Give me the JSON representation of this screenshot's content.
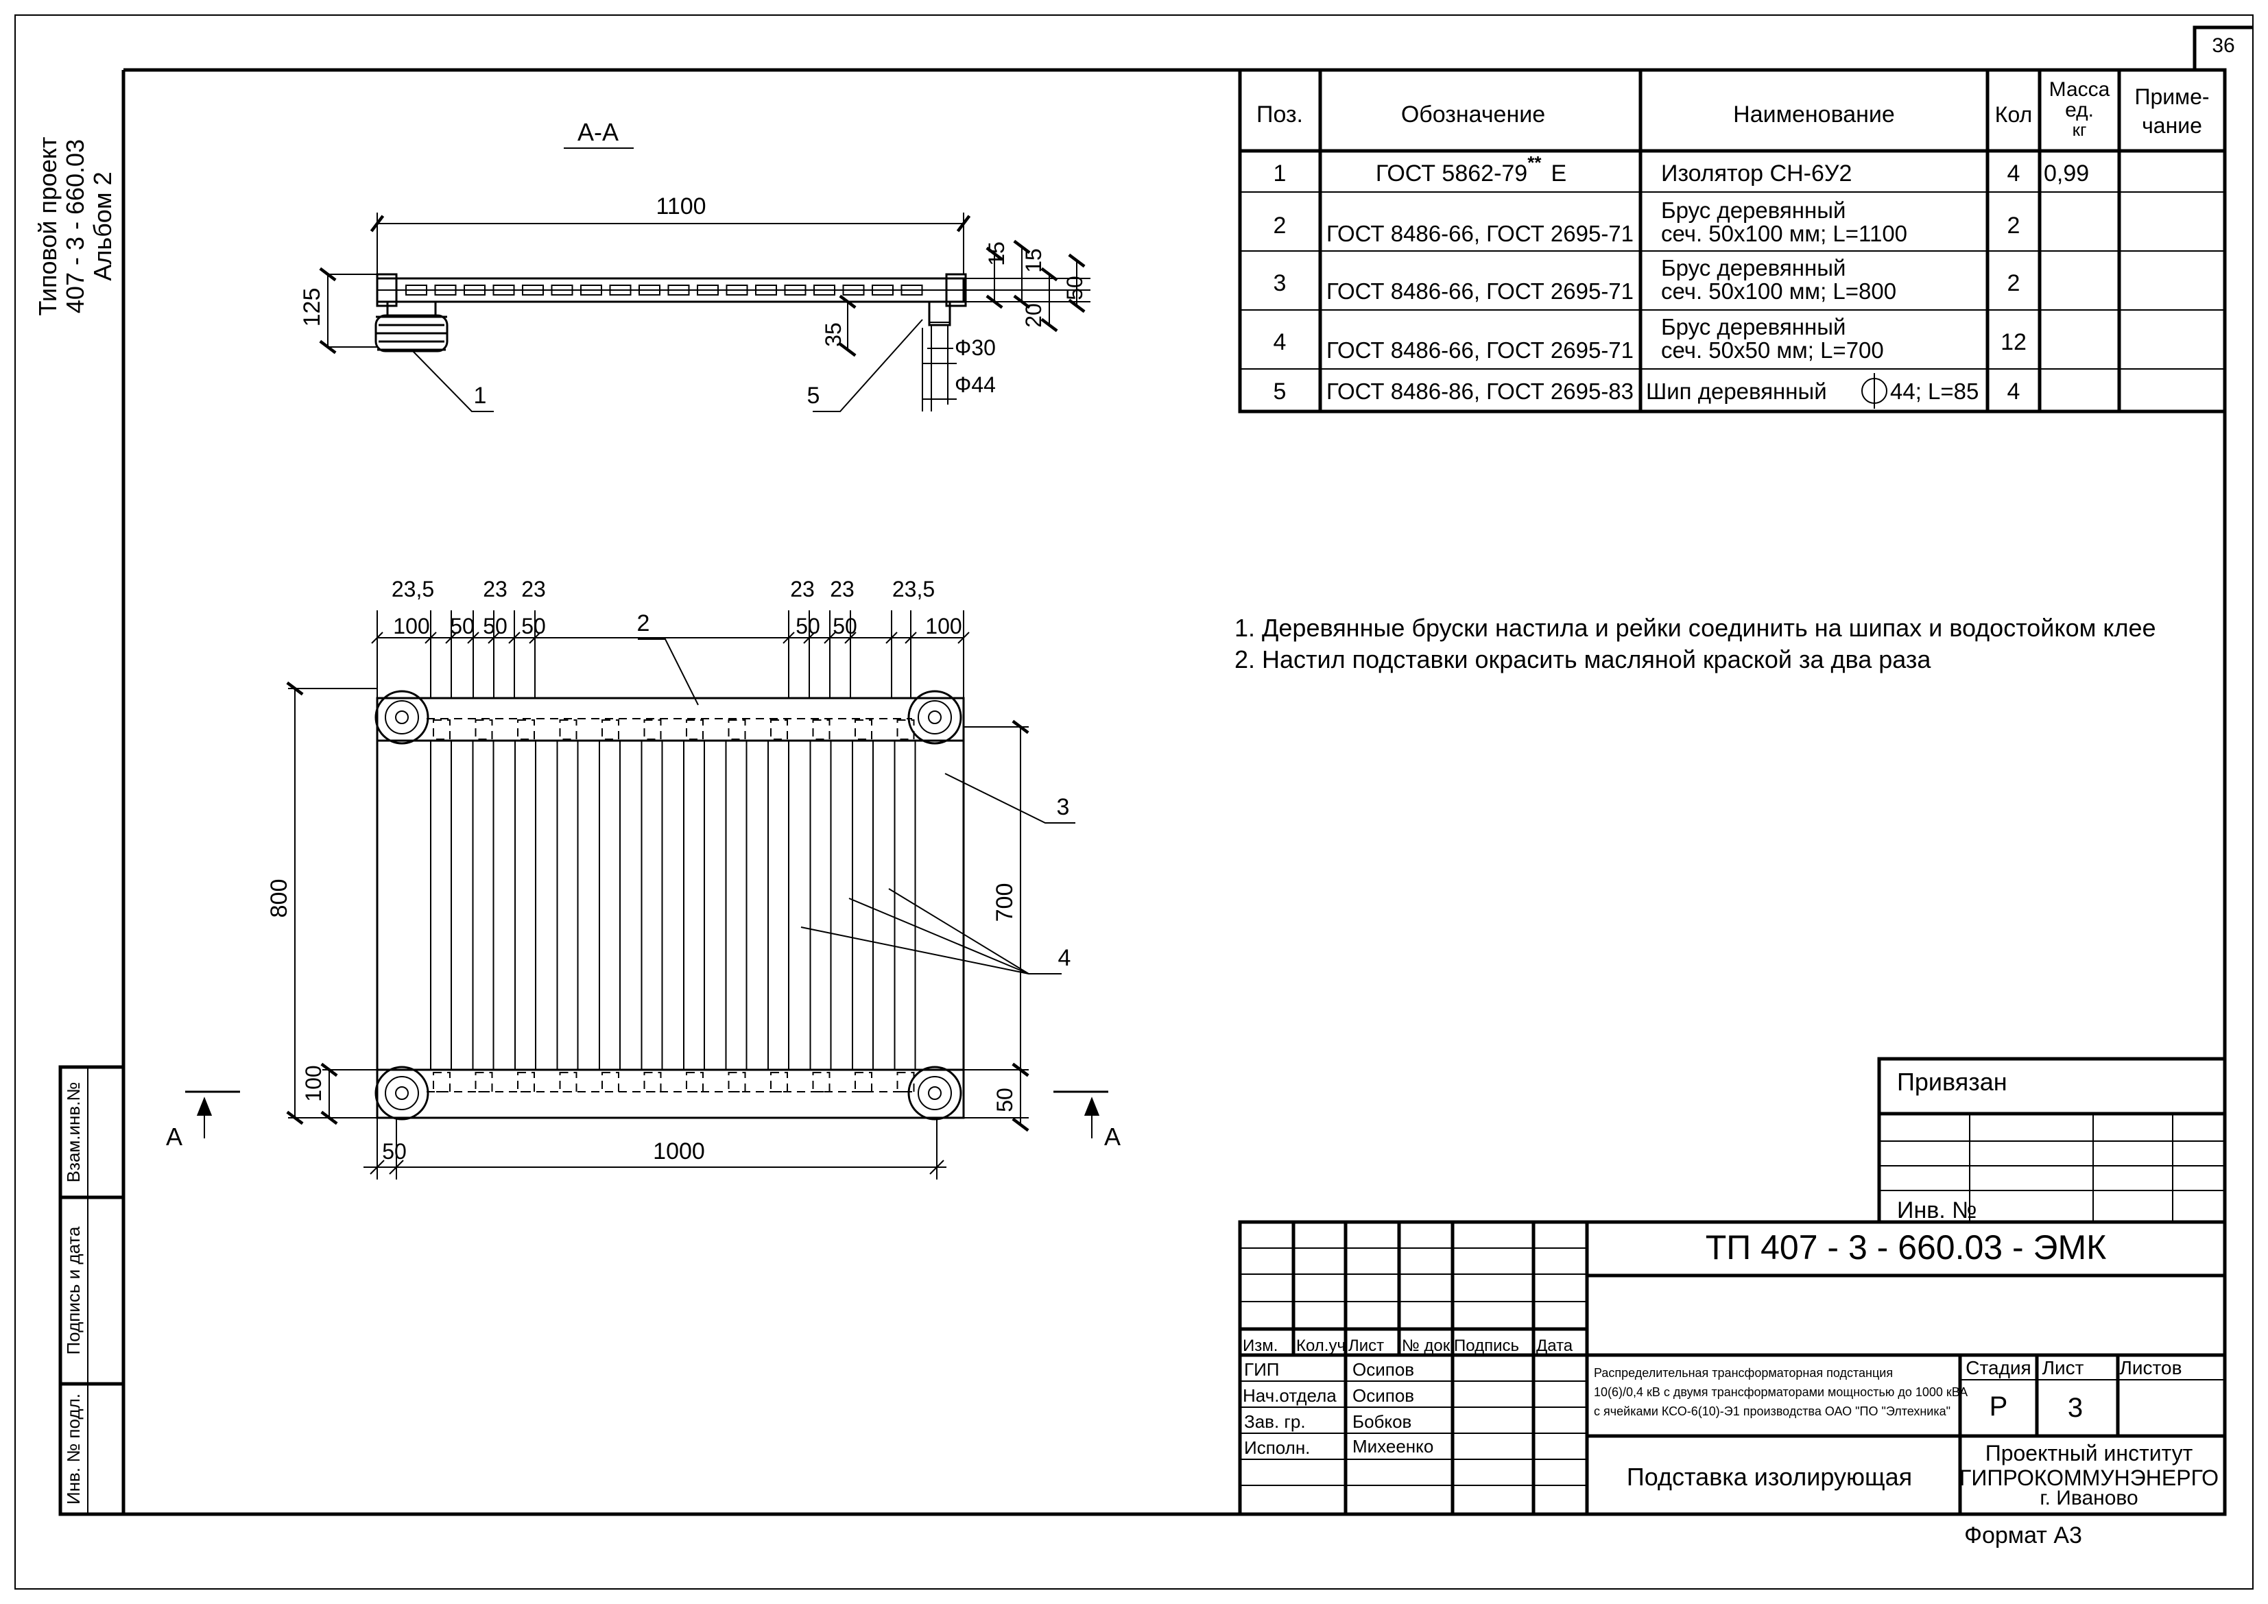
{
  "sheet_number": "36",
  "side": {
    "project_line1": "Типовой проект",
    "project_line2": "407 - 3 - 660.03",
    "project_line3": "Альбом   2",
    "stamp_vzam": "Взам.инв.№",
    "stamp_podpis": "Подпись и дата",
    "stamp_inv": "Инв. № подл."
  },
  "spec_table": {
    "headers": {
      "pos": "Поз.",
      "designation": "Обозначение",
      "name": "Наименование",
      "qty": "Кол",
      "mass_l1": "Масса",
      "mass_l2": "ед.",
      "mass_l3": "кг",
      "note_l1": "Приме-",
      "note_l2": "чание"
    },
    "rows": [
      {
        "pos": "1",
        "designation": "ГОСТ 5862-79",
        "designation_sup": "**",
        "designation_suffix": "Е",
        "name_l1": "Изолятор СН-6У2",
        "name_l2": "",
        "qty": "4",
        "mass": "0,99",
        "note": ""
      },
      {
        "pos": "2",
        "designation": "ГОСТ 8486-66, ГОСТ 2695-71",
        "designation_sup": "",
        "designation_suffix": "",
        "name_l1": "Брус деревянный",
        "name_l2": "сеч. 50х100 мм; L=1100",
        "qty": "2",
        "mass": "",
        "note": ""
      },
      {
        "pos": "3",
        "designation": "ГОСТ 8486-66, ГОСТ 2695-71",
        "designation_sup": "",
        "designation_suffix": "",
        "name_l1": "Брус деревянный",
        "name_l2": "сеч. 50х100 мм; L=800",
        "qty": "2",
        "mass": "",
        "note": ""
      },
      {
        "pos": "4",
        "designation": "ГОСТ 8486-66, ГОСТ 2695-71",
        "designation_sup": "",
        "designation_suffix": "",
        "name_l1": "Брус деревянный",
        "name_l2": "сеч. 50х50 мм; L=700",
        "qty": "12",
        "mass": "",
        "note": ""
      },
      {
        "pos": "5",
        "designation": "ГОСТ 8486-86, ГОСТ 2695-83",
        "designation_sup": "",
        "designation_suffix": "",
        "name_l1": "Шип деревянный",
        "name_l2": "",
        "name_dia": "44; L=85",
        "qty": "4",
        "mass": "",
        "note": ""
      }
    ]
  },
  "notes": [
    "1. Деревянные бруски настила и рейки соединить на шипах и водостойком клее",
    "2. Настил подставки окрасить масляной краской за два раза"
  ],
  "section_view": {
    "title": "А-А",
    "dim_length": "1100",
    "dim_height": "125",
    "dim_15a": "15",
    "dim_15b": "15",
    "dim_50": "50",
    "dim_20": "20",
    "dim_35": "35",
    "dim_d30": "Ф30",
    "dim_d44": "Ф44",
    "leader_1": "1",
    "leader_5": "5"
  },
  "plan_view": {
    "dim_23_5_left": "23,5",
    "dim_23a": "23",
    "dim_23b": "23",
    "dim_23c": "23",
    "dim_23d": "23",
    "dim_23_5_right": "23,5",
    "dim_100_left": "100",
    "dim_50a": "50",
    "dim_50b": "50",
    "dim_50c": "50",
    "dim_50d": "50",
    "dim_50e": "50",
    "dim_100_right": "100",
    "dim_800": "800",
    "dim_700": "700",
    "dim_100_bottom": "100",
    "dim_50_bottom_right": "50",
    "dim_50_bottom_left": "50",
    "dim_1000": "1000",
    "leader_2": "2",
    "leader_3": "3",
    "leader_4": "4",
    "cut_left": "А",
    "cut_right": "А"
  },
  "privyazan": {
    "label": "Привязан",
    "inv_label": "Инв. №"
  },
  "title_block": {
    "doc_code": "ТП 407 - 3 - 660.03 -  ЭМК",
    "col_izm": "Изм.",
    "col_kolu": "Кол.уч",
    "col_list": "Лист",
    "col_ndok": "№ док.",
    "col_podpis": "Подпись",
    "col_data": "Дата",
    "role_gip": "ГИП",
    "name_gip": "Осипов",
    "role_nach": "Нач.отдела",
    "name_nach": "Осипов",
    "role_zav": "Зав. гр.",
    "name_zav": "Бобков",
    "role_ispoln": "Исполн.",
    "name_ispoln": "Михеенко",
    "desc_l1": "Распределительная трансформаторная подстанция",
    "desc_l2": "10(6)/0,4 кВ с двумя трансформаторами мощностью  до 1000 кВА",
    "desc_l3": "с ячейками КСО-6(10)-Э1 производства ОАО \"ПО \"Элтехника\"",
    "stage_label": "Стадия",
    "sheet_label": "Лист",
    "sheets_label": "Листов",
    "stage_value": "Р",
    "sheet_value": "3",
    "sheets_value": "",
    "drawing_name": "Подставка изолирующая",
    "org_l1": "Проектный институт",
    "org_l2": "ГИПРОКОММУНЭНЕРГО",
    "org_l3": "г. Иваново",
    "format": "Формат А3"
  }
}
